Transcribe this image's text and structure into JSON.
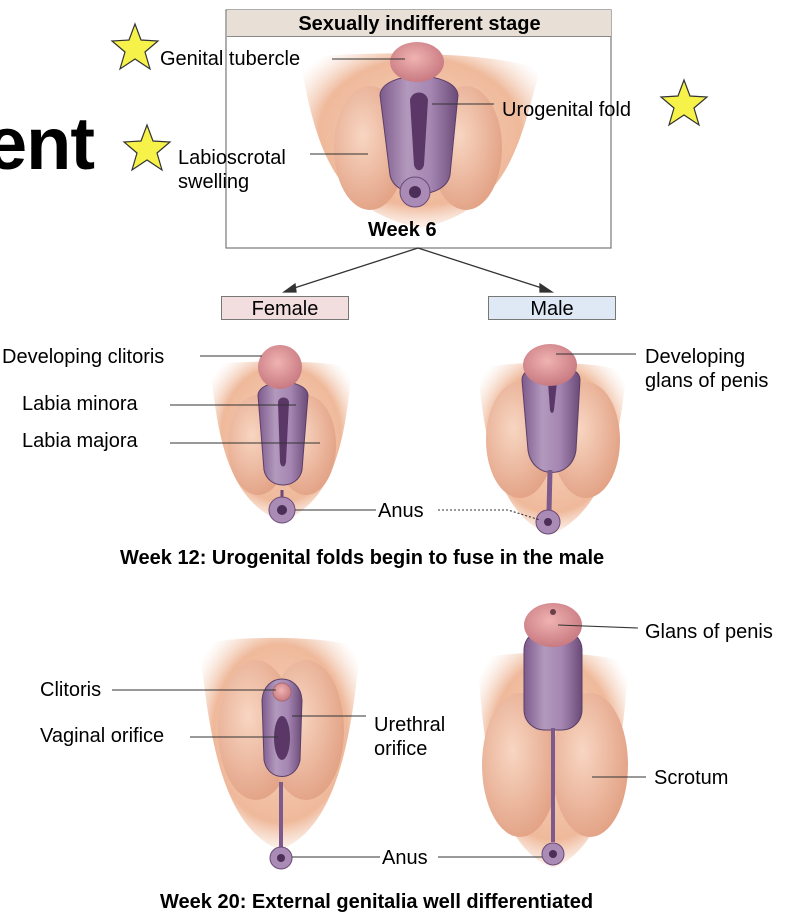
{
  "heading_fragment": "ent",
  "top": {
    "title": "Sexually indifferent stage",
    "week": "Week 6",
    "labels": {
      "genital_tubercle": "Genital tubercle",
      "urogenital_fold": "Urogenital fold",
      "labioscrotal": "Labioscrotal\nswelling"
    }
  },
  "branches": {
    "female": "Female",
    "male": "Male"
  },
  "week12": {
    "caption": "Week 12: Urogenital folds begin to fuse in the male",
    "labels": {
      "developing_clitoris": "Developing clitoris",
      "labia_minora": "Labia minora",
      "labia_majora": "Labia majora",
      "anus": "Anus",
      "developing_glans": "Developing\nglans of penis"
    }
  },
  "week20": {
    "caption": "Week 20: External genitalia well differentiated",
    "labels": {
      "clitoris": "Clitoris",
      "vaginal_orifice": "Vaginal orifice",
      "urethral_orifice": "Urethral\norifice",
      "anus": "Anus",
      "glans_of_penis": "Glans of penis",
      "scrotum": "Scrotum"
    }
  },
  "colors": {
    "skin": "#f2c2a6",
    "skin_dark": "#e2a184",
    "fold": "#9a7aa6",
    "fold_dark": "#6b4a78",
    "glans": "#d98e8e",
    "star": "#f7f24a",
    "female_tag": "#f2dede",
    "male_tag": "#dfe9f5",
    "box_header": "#e8e0d6"
  }
}
